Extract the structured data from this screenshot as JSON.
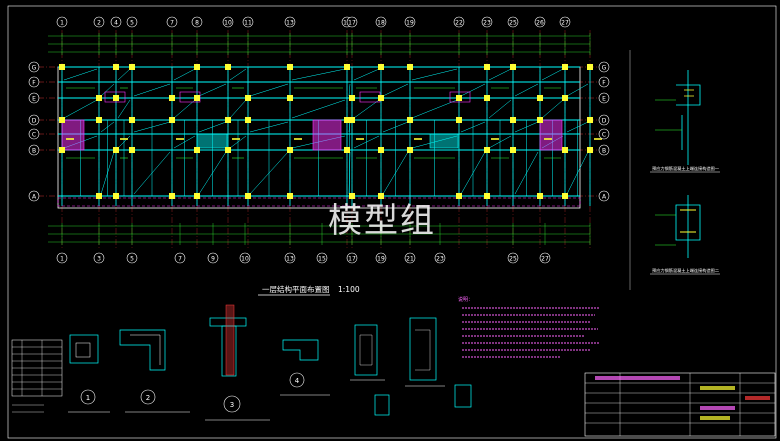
{
  "drawing": {
    "plan_title": "一层结构平面布置图",
    "plan_scale": "1:100",
    "watermark": "模型组",
    "axis_top": [
      "1",
      "2",
      "4",
      "5",
      "7",
      "8",
      "10",
      "11",
      "13",
      "16",
      "17",
      "18",
      "19",
      "22",
      "23",
      "25",
      "26",
      "27"
    ],
    "axis_bottom": [
      "1",
      "3",
      "5",
      "7",
      "9",
      "10",
      "13",
      "15",
      "17",
      "19",
      "21",
      "23",
      "25",
      "27"
    ],
    "axis_left": [
      "G",
      "F",
      "E",
      "D",
      "C",
      "B",
      "A"
    ],
    "axis_right": [
      "G",
      "F",
      "E",
      "D",
      "C",
      "B",
      "A"
    ],
    "side_detail_1": "预应力钢筋混凝土上端连接构造图一",
    "side_detail_2": "预应力钢筋混凝土上端连接构造图二",
    "detail_labels": [
      "1",
      "2",
      "3",
      "4"
    ],
    "notes_title": "说明："
  },
  "colors": {
    "background": "#000000",
    "grid": "#ffffff",
    "axis_line": "#ff3b3b",
    "beam": "#00ffff",
    "column": "#ffff33",
    "stair": "#ff33ff",
    "wall": "#33ff33",
    "notes": "#ff66ff"
  }
}
